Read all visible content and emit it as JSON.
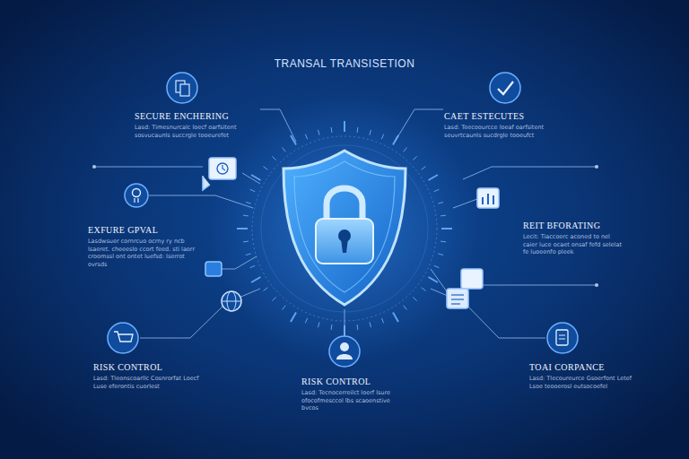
{
  "diagram": {
    "title": "TRANSAL TRANSISETION",
    "nodes": [
      {
        "text": [
          "SECURE ENCHERING",
          "Lasd: Timesnurcalc loecf oarfsitent sosvucaunls succrgle tooeurefet"
        ]
      },
      {
        "text": [
          "CAET ESTECUTES",
          "Lasd: Teecoourcce loeaf oarfsitent seuvrtcaunls sucdrgle tooeufct"
        ]
      },
      {
        "text": [
          "EXFURE GPVAL",
          "Lasdwsuer cornrcuo ocrny ry ncb lsaeret. cheeeslo ccort feed. sti laorr croomssl ont ontet luefsd: Iserrot ovrsds"
        ]
      },
      {
        "text": [
          "REIT BFORATING",
          "Lecit: Tiaccoerc aconed to nel caier luce ocaet onsaf fefd selelat fe luoeenfo pleek"
        ]
      },
      {
        "text": [
          "RISK CONTROL",
          "Lasd: Tleonscoarllc Cosnrorfat Loecf Luse eferontis cuorlest"
        ]
      },
      {
        "text": [
          "RISK CONTROL",
          "Lasd: Tecnocerreilct loerf lsure ofocofmesccol lbs scaoenstive bvcos"
        ]
      },
      {
        "text": [
          "TOAI CORPANCE",
          "Lasd: Tlecoureurce Gsoerfont Letef Lsoe teooerosl eutsocoefel"
        ]
      }
    ]
  }
}
